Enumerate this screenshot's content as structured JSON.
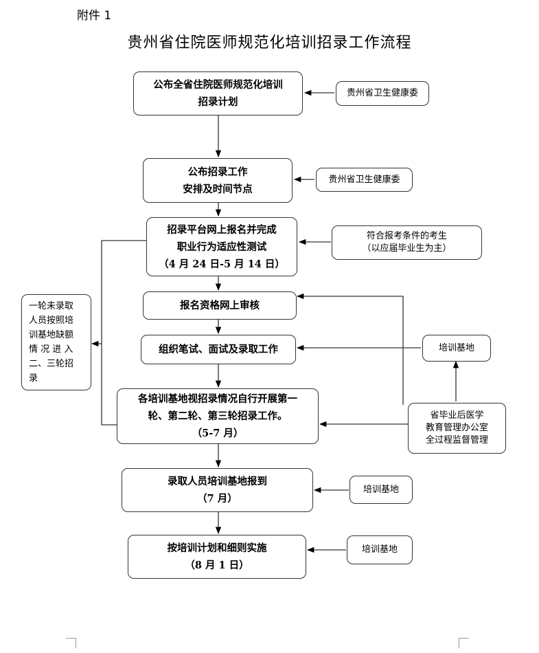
{
  "header": {
    "attachment": "附件 1",
    "title": "贵州省住院医师规范化培训招录工作流程"
  },
  "steps": [
    {
      "lines": [
        "公布全省住院医师规范化培训",
        "招录计划"
      ]
    },
    {
      "lines": [
        "公布招录工作",
        "安排及时间节点"
      ]
    },
    {
      "lines": [
        "招录平台网上报名并完成",
        "职业行为适应性测试",
        "（4 月 24 日-5 月 14 日）"
      ]
    },
    {
      "lines": [
        "报名资格网上审核"
      ]
    },
    {
      "lines": [
        "组织笔试、面试及录取工作"
      ]
    },
    {
      "lines": [
        "各培训基地视招录情况自行开展第一",
        "轮、第二轮、第三轮招录工作。",
        "（5-7 月）"
      ]
    },
    {
      "lines": [
        "录取人员培训基地报到",
        "（7 月）"
      ]
    },
    {
      "lines": [
        "按培训计划和细则实施",
        "（8 月 1 日）"
      ]
    }
  ],
  "side_notes": {
    "health_commission_1": [
      "贵州省卫生健康委"
    ],
    "health_commission_2": [
      "贵州省卫生健康委"
    ],
    "candidates": [
      "符合报考条件的考生",
      "（以应届毕业生为主）"
    ],
    "base_1": [
      "培训基地"
    ],
    "supervision": [
      "省毕业后医学",
      "教育管理办公室",
      "全过程监督管理"
    ],
    "base_2": [
      "培训基地"
    ],
    "base_3": [
      "培训基地"
    ],
    "rounds": [
      "一轮未录取",
      "人员按照培",
      "训基地缺额",
      "情 况 进 入",
      "二、三轮招",
      "录"
    ]
  },
  "colors": {
    "line": "#333333",
    "text": "#000000"
  }
}
